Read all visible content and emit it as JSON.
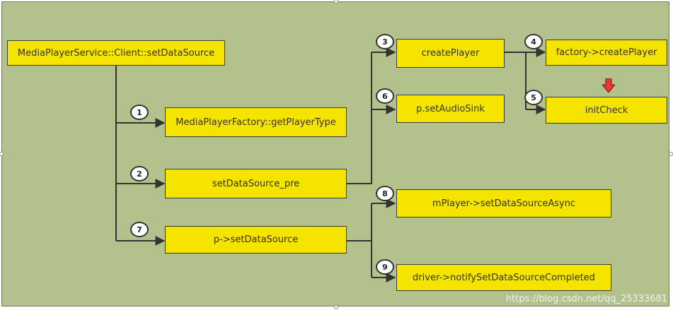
{
  "nodes": {
    "root": "MediaPlayerService::Client::setDataSource",
    "get_player_type": "MediaPlayerFactory::getPlayerType",
    "set_data_source_pre": "setDataSource_pre",
    "p_set_data_source": "p->setDataSource",
    "create_player": "createPlayer",
    "set_audio_sink": "p.setAudioSink",
    "factory_create_player": "factory->createPlayer",
    "init_check": "initCheck",
    "set_data_source_async": "mPlayer->setDataSourceAsync",
    "notify_completed": "driver->notifySetDataSourceCompleted"
  },
  "steps": [
    "1",
    "2",
    "3",
    "4",
    "5",
    "6",
    "7",
    "8",
    "9"
  ],
  "watermark": "https://blog.csdn.net/qq_25333681",
  "colors": {
    "panel_bg": "#b3c18d",
    "box_fill": "#f5e400",
    "highlight_arrow": "#e53935"
  },
  "icons": {
    "init_check_marker": "red-down-arrow-icon"
  }
}
